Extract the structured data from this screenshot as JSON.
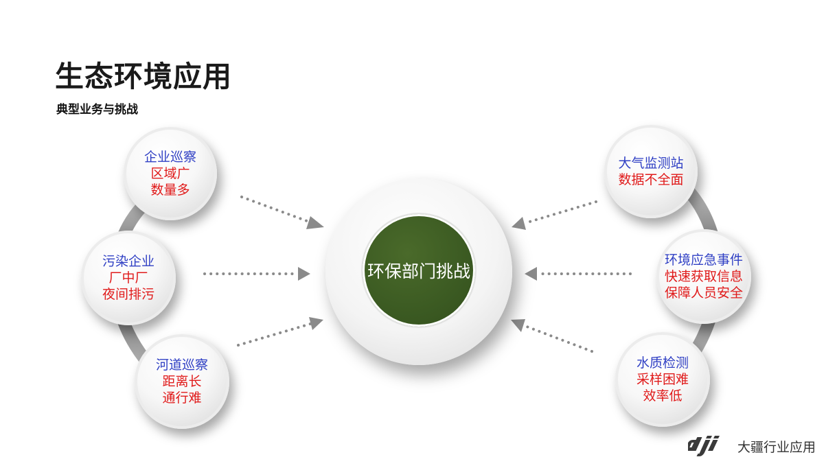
{
  "title": "生态环境应用",
  "subtitle": "典型业务与挑战",
  "center": {
    "label": "环保部门挑战"
  },
  "left_nodes": [
    {
      "heading": "企业巡察",
      "lines": [
        "区域广",
        "数量多"
      ]
    },
    {
      "heading": "污染企业",
      "lines": [
        "厂中厂",
        "夜间排污"
      ]
    },
    {
      "heading": "河道巡察",
      "lines": [
        "距离长",
        "通行难"
      ]
    }
  ],
  "right_nodes": [
    {
      "heading": "大气监测站",
      "lines": [
        "数据不全面"
      ]
    },
    {
      "heading": "环境应急事件",
      "lines": [
        "快速获取信息",
        "保障人员安全"
      ]
    },
    {
      "heading": "水质检测",
      "lines": [
        "采样困难",
        "效率低"
      ]
    }
  ],
  "brand": {
    "logo_text": "dji",
    "name": "大疆行业应用"
  },
  "colors": {
    "heading": "#2f3fc4",
    "problem": "#e01a1a",
    "hub": "#3b5a22",
    "arrow": "#8a8a8a",
    "arc": "#7a7a7a"
  }
}
